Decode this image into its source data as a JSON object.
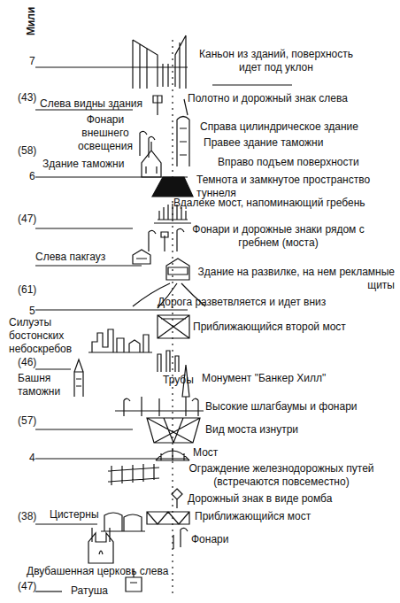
{
  "diagram": {
    "labels": [
      "Мили",
      "7",
      "Каньон из зданий, поверхность идет под уклон",
      "(43)",
      "Слева видны здания",
      "Полотно и дорожный знак слева",
      "Фонари внешнего освещения",
      "Справа цилиндрическое здание",
      "Правее здание таможни",
      "(58)",
      "Здание таможни",
      "Вправо подъем поверхности",
      "6",
      "Темнота и замкнутое пространство туннеля",
      "Вдалеке мост, напоминающий гребень",
      "(47)",
      "Фонари и дорожные знаки рядом с гребнем (моста)",
      "Слева пакгауз",
      "Здание на развилке, на нем рекламные щиты",
      "(61)",
      "Дорога разветвляется и идет вниз",
      "5",
      "Силуэты бостонских небоскребов",
      "Приближающийся второй мост",
      "Трубы",
      "(46)",
      "Башня таможни",
      "Монумент \"Банкер Хилл\"",
      "Высокие шлагбаумы и фонари",
      "(57)",
      "Вид моста изнутри",
      "Мост",
      "4",
      "Ограждение железнодорожных путей (встречаются повсеместно)",
      "Дорожный знак в виде ромба",
      "(38)",
      "Цистерны",
      "Приближающийся мост",
      "Фонари",
      "Двубашенная церковь слева",
      "(47)",
      "Ратуша"
    ]
  }
}
